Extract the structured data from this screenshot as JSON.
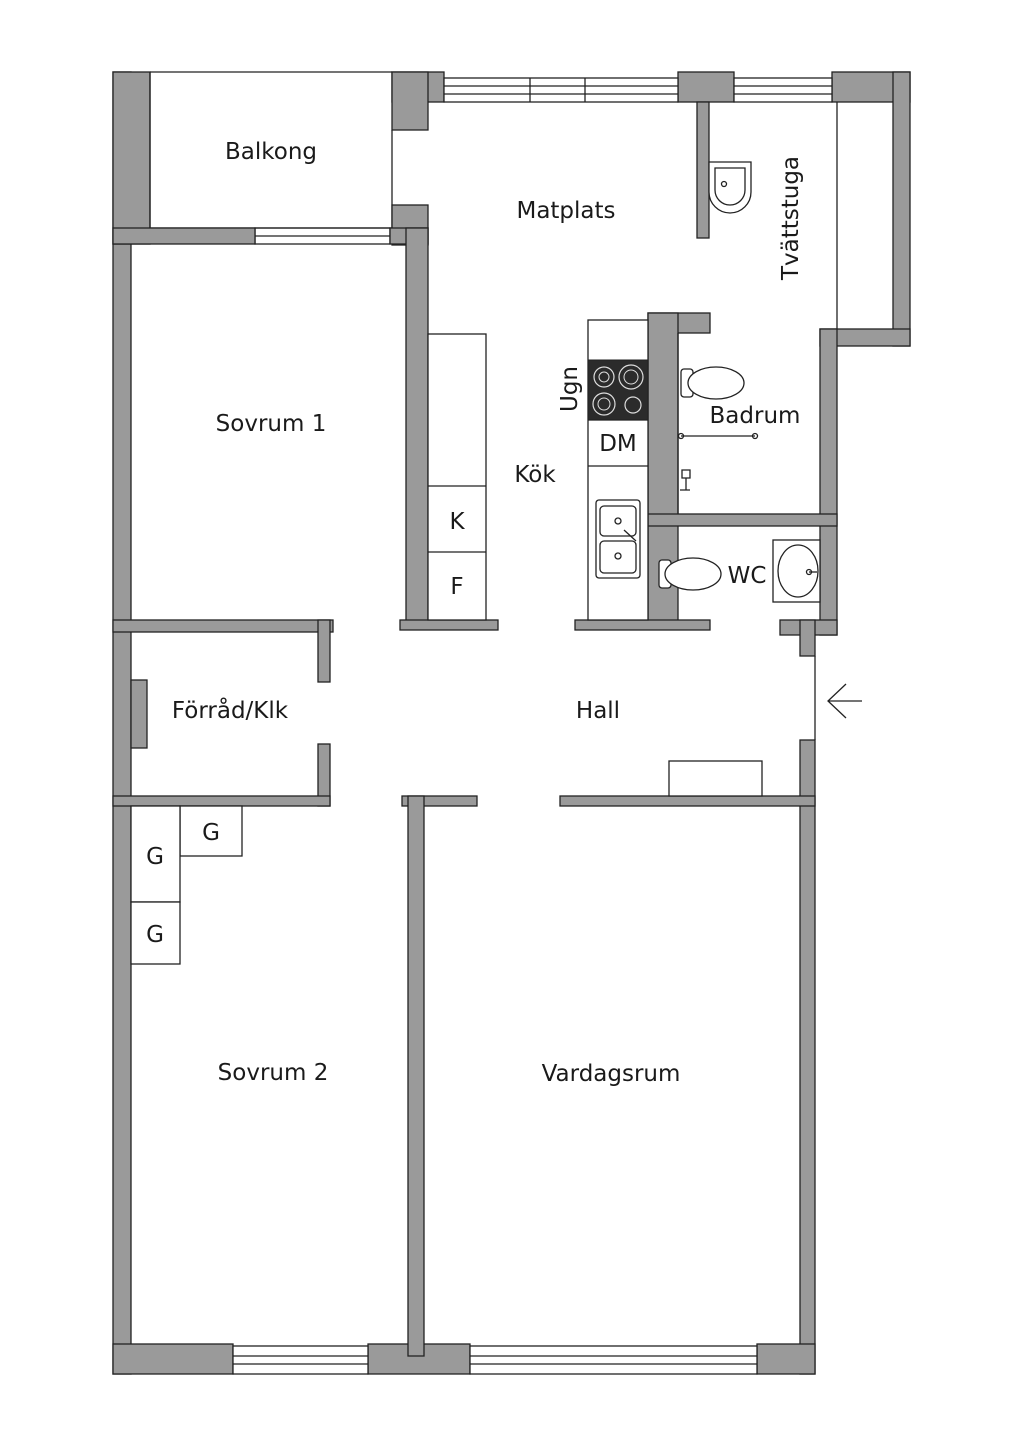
{
  "rooms": {
    "balkong": "Balkong",
    "matplats": "Matplats",
    "tvattstuga": "Tvättstuga",
    "sovrum1": "Sovrum 1",
    "kok": "Kök",
    "ugn": "Ugn",
    "dm": "DM",
    "badrum": "Badrum",
    "k": "K",
    "f": "F",
    "wc": "WC",
    "forrad": "Förråd/Klk",
    "hall": "Hall",
    "g1": "G",
    "g2": "G",
    "g3": "G",
    "sovrum2": "Sovrum 2",
    "vardagsrum": "Vardagsrum"
  },
  "colors": {
    "wall": "#9a9a9a",
    "line": "#222222",
    "stove": "#2b2b2b"
  }
}
